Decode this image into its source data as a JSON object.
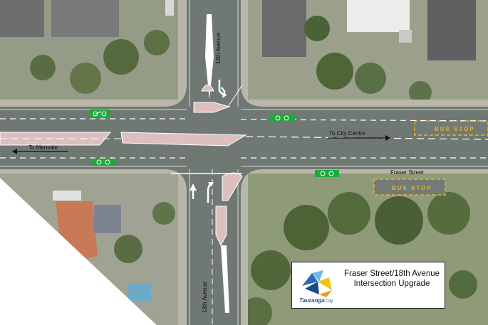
{
  "map": {
    "title_line1": "Fraser Street/18th Avenue",
    "title_line2": "Intersection Upgrade",
    "logo_text": "Tauranga City",
    "logo_word1": "Tauranga",
    "logo_word2": "City",
    "road_labels": {
      "north_avenue": "18th Avenue",
      "south_avenue": "18th Avenue",
      "fraser_street": "Fraser Street"
    },
    "direction_labels": {
      "east": "To City Centre",
      "west": "To Menvale"
    },
    "bus_stop_north": "BUS STOP",
    "bus_stop_south": "BUS STOP",
    "colors": {
      "road": "#6f7872",
      "island": "#dcc0c0",
      "cycle_box": "#1fa83a",
      "bus_stop_marking": "#e8b52a",
      "grass": "#8d9a7a",
      "roof": "#7a7a7a",
      "roof_red": "#c77a55"
    },
    "icons": [
      "bicycle-icon",
      "tauranga-logo-icon"
    ]
  }
}
